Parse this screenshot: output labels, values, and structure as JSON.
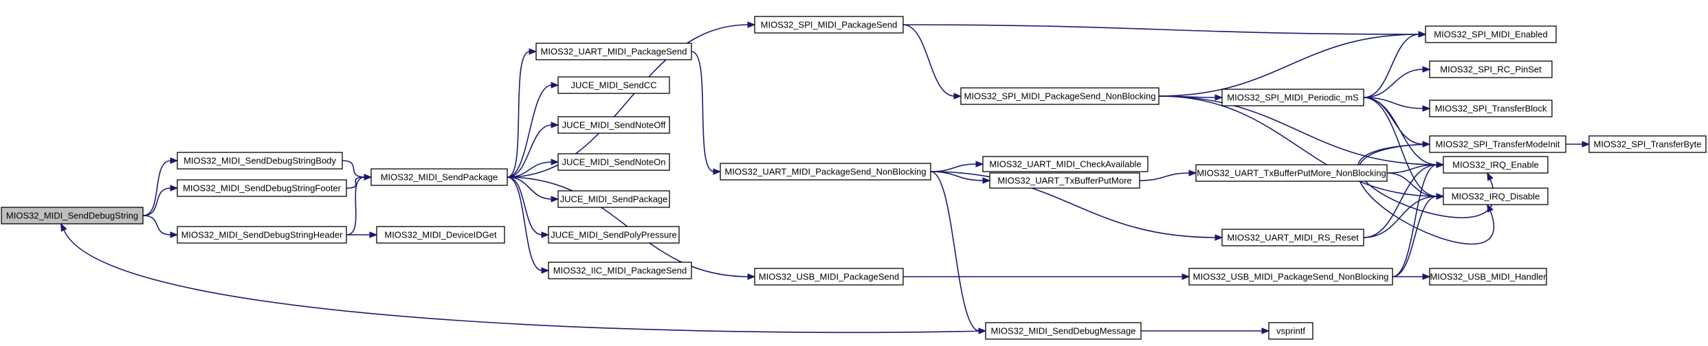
{
  "graph": {
    "nodes": {
      "send_debug_string": "MIOS32_MIDI_SendDebugString",
      "send_debug_string_body": "MIOS32_MIDI_SendDebugStringBody",
      "send_debug_string_footer": "MIOS32_MIDI_SendDebugStringFooter",
      "send_debug_string_header": "MIOS32_MIDI_SendDebugStringHeader",
      "send_package": "MIOS32_MIDI_SendPackage",
      "device_id_get": "MIOS32_MIDI_DeviceIDGet",
      "uart_package_send": "MIOS32_UART_MIDI_PackageSend",
      "juce_send_cc": "JUCE_MIDI_SendCC",
      "juce_send_note_off": "JUCE_MIDI_SendNoteOff",
      "juce_send_note_on": "JUCE_MIDI_SendNoteOn",
      "juce_send_package": "JUCE_MIDI_SendPackage",
      "juce_send_poly_pressure": "JUCE_MIDI_SendPolyPressure",
      "iic_package_send": "MIOS32_IIC_MIDI_PackageSend",
      "spi_package_send": "MIOS32_SPI_MIDI_PackageSend",
      "spi_package_send_nb": "MIOS32_SPI_MIDI_PackageSend_NonBlocking",
      "uart_package_send_nb": "MIOS32_UART_MIDI_PackageSend_NonBlocking",
      "usb_package_send": "MIOS32_USB_MIDI_PackageSend",
      "send_debug_message": "MIOS32_MIDI_SendDebugMessage",
      "uart_check_available": "MIOS32_UART_MIDI_CheckAvailable",
      "uart_tx_buffer_put_more": "MIOS32_UART_TxBufferPutMore",
      "uart_tx_buffer_put_more_nb": "MIOS32_UART_TxBufferPutMore_NonBlocking",
      "uart_rs_reset": "MIOS32_UART_MIDI_RS_Reset",
      "usb_package_send_nb": "MIOS32_USB_MIDI_PackageSend_NonBlocking",
      "vsprintf": "vsprintf",
      "spi_enabled": "MIOS32_SPI_MIDI_Enabled",
      "spi_periodic": "MIOS32_SPI_MIDI_Periodic_mS",
      "spi_rc_pin_set": "MIOS32_SPI_RC_PinSet",
      "spi_transfer_block": "MIOS32_SPI_TransferBlock",
      "spi_transfer_mode_init": "MIOS32_SPI_TransferModeInit",
      "spi_transfer_byte": "MIOS32_SPI_TransferByte",
      "irq_enable": "MIOS32_IRQ_Enable",
      "irq_disable": "MIOS32_IRQ_Disable",
      "usb_handler": "MIOS32_USB_MIDI_Handler"
    },
    "root": "send_debug_string",
    "edges": [
      [
        "send_debug_string",
        "send_debug_string_body"
      ],
      [
        "send_debug_string",
        "send_debug_string_footer"
      ],
      [
        "send_debug_string",
        "send_debug_string_header"
      ],
      [
        "send_debug_string_body",
        "send_package"
      ],
      [
        "send_debug_string_footer",
        "send_package"
      ],
      [
        "send_debug_string_header",
        "send_package"
      ],
      [
        "send_debug_string_header",
        "device_id_get"
      ],
      [
        "send_package",
        "uart_package_send"
      ],
      [
        "send_package",
        "spi_package_send"
      ],
      [
        "send_package",
        "juce_send_cc"
      ],
      [
        "send_package",
        "juce_send_note_off"
      ],
      [
        "send_package",
        "juce_send_note_on"
      ],
      [
        "send_package",
        "juce_send_package"
      ],
      [
        "send_package",
        "juce_send_poly_pressure"
      ],
      [
        "send_package",
        "iic_package_send"
      ],
      [
        "send_package",
        "usb_package_send"
      ],
      [
        "uart_package_send",
        "uart_package_send_nb"
      ],
      [
        "spi_package_send",
        "spi_enabled"
      ],
      [
        "spi_package_send",
        "spi_package_send_nb"
      ],
      [
        "spi_package_send_nb",
        "spi_enabled"
      ],
      [
        "spi_package_send_nb",
        "spi_periodic"
      ],
      [
        "spi_package_send_nb",
        "irq_enable"
      ],
      [
        "spi_package_send_nb",
        "irq_disable"
      ],
      [
        "spi_periodic",
        "spi_enabled"
      ],
      [
        "spi_periodic",
        "spi_rc_pin_set"
      ],
      [
        "spi_periodic",
        "spi_transfer_block"
      ],
      [
        "spi_periodic",
        "spi_transfer_mode_init"
      ],
      [
        "spi_periodic",
        "irq_enable"
      ],
      [
        "spi_periodic",
        "irq_disable"
      ],
      [
        "spi_transfer_mode_init",
        "spi_transfer_byte"
      ],
      [
        "spi_transfer_mode_init",
        "irq_enable"
      ],
      [
        "spi_transfer_mode_init",
        "irq_disable"
      ],
      [
        "uart_package_send_nb",
        "uart_check_available"
      ],
      [
        "uart_package_send_nb",
        "uart_tx_buffer_put_more"
      ],
      [
        "uart_package_send_nb",
        "uart_rs_reset"
      ],
      [
        "uart_package_send_nb",
        "send_debug_message"
      ],
      [
        "uart_tx_buffer_put_more",
        "uart_tx_buffer_put_more_nb"
      ],
      [
        "uart_tx_buffer_put_more_nb",
        "irq_enable"
      ],
      [
        "uart_tx_buffer_put_more_nb",
        "irq_disable"
      ],
      [
        "uart_rs_reset",
        "irq_enable"
      ],
      [
        "uart_rs_reset",
        "irq_disable"
      ],
      [
        "usb_package_send",
        "usb_package_send_nb"
      ],
      [
        "usb_package_send_nb",
        "irq_enable"
      ],
      [
        "usb_package_send_nb",
        "irq_disable"
      ],
      [
        "usb_package_send_nb",
        "usb_handler"
      ],
      [
        "send_debug_message",
        "vsprintf"
      ],
      [
        "send_debug_message",
        "send_debug_string"
      ]
    ]
  }
}
